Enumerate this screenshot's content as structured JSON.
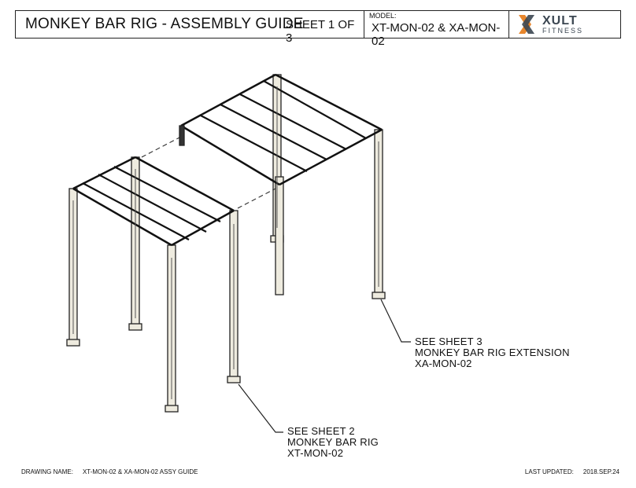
{
  "header": {
    "title": "MONKEY BAR RIG - ASSEMBLY GUIDE",
    "sheet": "SHEET 1 OF 3",
    "model_label": "MODEL:",
    "model_value": "XT-MON-02 & XA-MON-02",
    "logo_brand": "XULT",
    "logo_sub": "FITNESS",
    "logo_colors": {
      "orange": "#e8862c",
      "slate": "#3b4651"
    }
  },
  "callouts": [
    {
      "line1": "SEE SHEET 3",
      "line2": "MONKEY BAR RIG EXTENSION",
      "line3": "XA-MON-02"
    },
    {
      "line1": "SEE SHEET 2",
      "line2": "MONKEY BAR RIG",
      "line3": "XT-MON-02"
    }
  ],
  "footer": {
    "drawing_name_label": "DRAWING NAME:",
    "drawing_name_value": "XT-MON-02 & XA-MON-02 ASSY GUIDE",
    "last_updated_label": "LAST UPDATED:",
    "last_updated_value": "2018.SEP.24"
  }
}
